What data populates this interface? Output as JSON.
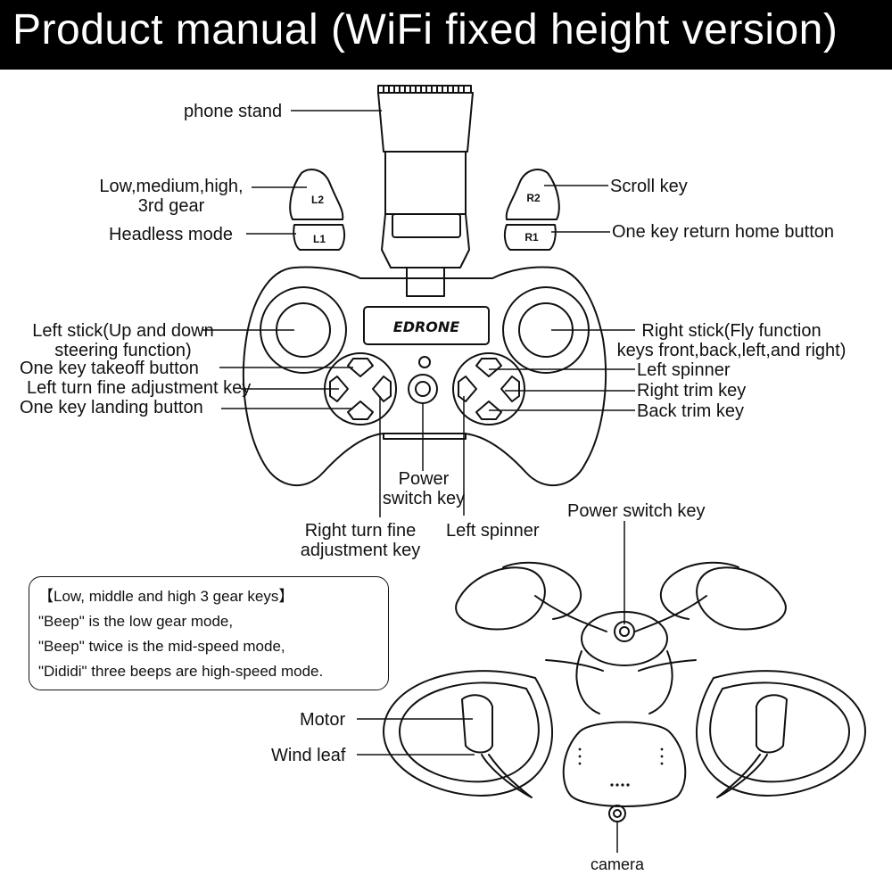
{
  "title": "Product manual (WiFi fixed height version)",
  "controller": {
    "brand": "EDRONE",
    "button_l2": "L2",
    "button_l1": "L1",
    "button_r2": "R2",
    "button_r1": "R1"
  },
  "labels": {
    "phone_stand": "phone stand",
    "gear_line1": "Low,medium,high,",
    "gear_line2": "3rd gear",
    "headless_mode": "Headless mode",
    "scroll_key": "Scroll key",
    "return_home": "One key return home button",
    "left_stick_line1": "Left stick(Up and down",
    "left_stick_line2": "steering function)",
    "takeoff": "One key takeoff button",
    "left_turn_fine": "Left turn fine adjustment key",
    "landing": "One key landing button",
    "right_stick_line1": "Right stick(Fly function",
    "right_stick_line2": "keys front,back,left,and right)",
    "left_spinner_right": "Left spinner",
    "right_trim": "Right trim key",
    "back_trim": "Back trim key",
    "power_switch_line1": "Power",
    "power_switch_line2": "switch key",
    "right_turn_fine_line1": "Right turn fine",
    "right_turn_fine_line2": "adjustment key",
    "left_spinner_bottom": "Left spinner",
    "drone_power": "Power switch key",
    "motor": "Motor",
    "wind_leaf": "Wind leaf",
    "camera": "camera"
  },
  "gear_note": {
    "heading": "【Low, middle and high 3 gear keys】",
    "line1": "\"Beep\" is the low gear mode,",
    "line2": "\"Beep\" twice is the mid-speed mode,",
    "line3": "\"Dididi\" three beeps are high-speed mode."
  }
}
